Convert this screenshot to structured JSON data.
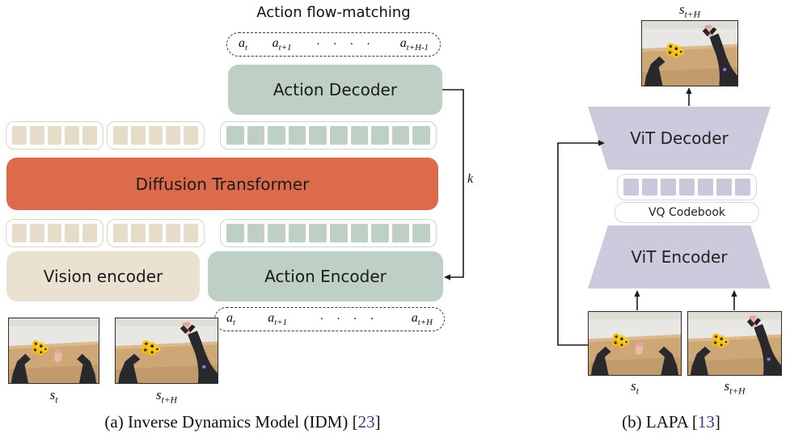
{
  "colors": {
    "sage": "#bed0c5",
    "sage_border": "#c7d8cd",
    "sage_token": "#bed0c5",
    "beige": "#eae1d0",
    "beige_token": "#e5dcca",
    "beige_border": "#ded4c0",
    "orange": "#dc6b4d",
    "lavender": "#cccbde",
    "lavender_token": "#c8c7db",
    "lavender_border": "#d7d6e5",
    "line": "#1a1a1a",
    "citation": "#2e3f8f"
  },
  "idm": {
    "flow_label": "Action flow-matching",
    "top_actions": [
      "a_t",
      "a_{t+1}",
      "dots",
      "a_{t+H-1}"
    ],
    "bottom_actions": [
      "a_t",
      "a_{t+1}",
      "dots",
      "a_{t+H}"
    ],
    "boxes": {
      "action_decoder": "Action Decoder",
      "diffusion_transformer": "Diffusion Transformer",
      "vision_encoder": "Vision encoder",
      "action_encoder": "Action Encoder"
    },
    "k_label": "k",
    "state_labels": [
      "s_t",
      "s_{t+H}"
    ],
    "token_rows": {
      "beige_count": 5,
      "green_count": 10
    },
    "caption": {
      "prefix": "(a) Inverse Dynamics Model (IDM) ",
      "cite_open": "[",
      "cite_num": "23",
      "cite_close": "]"
    }
  },
  "lapa": {
    "top_state_label": "s_{t+H}",
    "boxes": {
      "vit_decoder": "ViT Decoder",
      "vq_codebook": "VQ Codebook",
      "vit_encoder": "ViT Encoder"
    },
    "token_count": 7,
    "state_labels": [
      "s_t",
      "s_{t+H}"
    ],
    "caption": {
      "prefix": "(b) LAPA ",
      "cite_open": "[",
      "cite_num": "13",
      "cite_close": "]"
    }
  }
}
